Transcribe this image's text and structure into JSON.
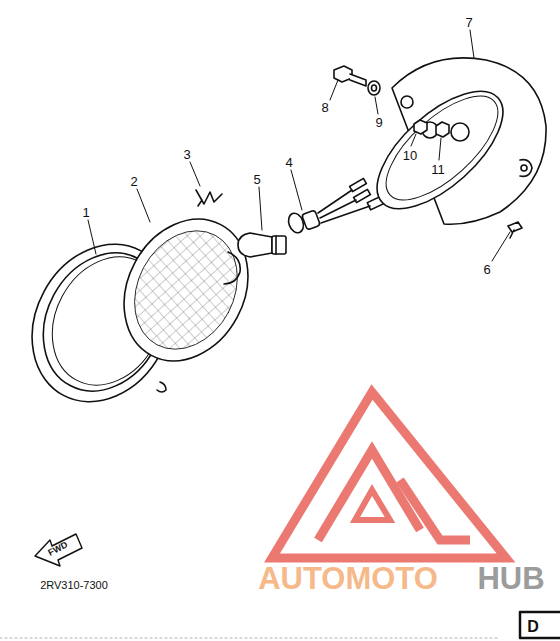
{
  "diagram": {
    "labels": [
      "1",
      "2",
      "3",
      "4",
      "5",
      "6",
      "7",
      "8",
      "9",
      "10",
      "11",
      "FWD",
      "2RV310-7300",
      "AUTOMOTO",
      "HUB",
      "D"
    ]
  }
}
